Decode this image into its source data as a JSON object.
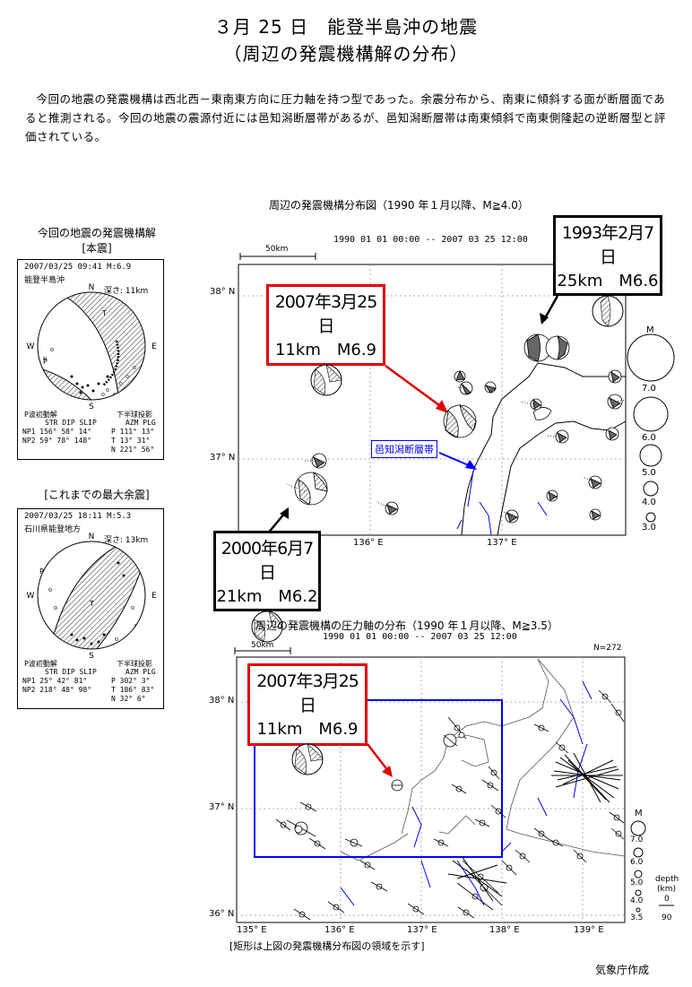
{
  "title": "３月 25 日　能登半島沖の地震",
  "subtitle": "（周辺の発震機構解の分布）",
  "description": "今回の地震の発震機構は西北西－東南東方向に圧力軸を持つ型であった。余震分布から、南東に傾斜する面が断層面であると推測される。今回の地震の震源付近には邑知潟断層帯があるが、邑知潟断層帯は南東傾斜で南東側隆起の逆断層型と評価されている。",
  "left_panel": {
    "main": {
      "heading": "今回の地震の発震機構解",
      "subheading": "[本震]",
      "header_line": "2007/03/25 09:41 M:6.9",
      "location": "能登半島沖",
      "depth": "深さ: 11km",
      "p_label": "P波初動解",
      "lower_label": "下半球投影",
      "col_header_left": "STR DIP SLIP",
      "col_header_right": "AZM PLG",
      "np1": "NP1 156° 58° 14°",
      "np2": "NP2  59° 78° 148°",
      "axis_p": "P 111° 13°",
      "axis_t": "T  13° 31°",
      "axis_n": "N 221° 56°"
    },
    "aftershock": {
      "heading": "[これまでの最大余震]",
      "header_line": "2007/03/25 18:11 M:5.3",
      "location": "石川県能登地方",
      "depth": "深さ: 13km",
      "p_label": "P波初動解",
      "lower_label": "下半球投影",
      "col_header_left": "STR DIP SLIP",
      "col_header_right": "AZM PLG",
      "np1": "NP1  25° 42° 81°",
      "np2": "NP2 218° 48° 98°",
      "axis_p": "P 302°  3°",
      "axis_t": "T 186° 83°",
      "axis_n": "N  32°  6°"
    },
    "compass": {
      "n": "N",
      "s": "S",
      "e": "E",
      "w": "W",
      "p": "P",
      "t": "T"
    }
  },
  "map_top": {
    "title": "周辺の発震機構分布図（1990 年１月以降、M≧4.0）",
    "period": "1990 01 01 00:00  --  2007 03 25 12:00",
    "scale": "50km",
    "lat_labels": [
      "38° N",
      "37° N"
    ],
    "lon_labels": [
      "136° E",
      "137° E"
    ],
    "fault_label": "邑知潟断層帯",
    "legend_title": "M",
    "legend_values": [
      "7.0",
      "6.0",
      "5.0",
      "4.0",
      "3.0"
    ],
    "callouts": [
      {
        "date": "2007年3月25日",
        "sub": "11km　M6.9"
      },
      {
        "date": "1993年2月7日",
        "sub": "25km　M6.6"
      },
      {
        "date": "2000年6月7日",
        "sub": "21km　M6.2"
      }
    ]
  },
  "map_bottom": {
    "title": "周辺の発震機構の圧力軸の分布（1990 年１月以降、M≧3.5）",
    "period": "1990 01 01 00:00  --  2007 03 25 12:00",
    "count": "N=272",
    "scale": "50km",
    "lat_labels": [
      "38° N",
      "37° N",
      "36° N"
    ],
    "lon_labels": [
      "135° E",
      "136° E",
      "137° E",
      "138° E",
      "139° E"
    ],
    "legend_title": "M",
    "legend_values": [
      "7.0",
      "6.0",
      "5.0",
      "4.0",
      "3.5"
    ],
    "depth_title": "depth",
    "depth_unit": "(km)",
    "depth_values": [
      "0",
      "90"
    ],
    "callout": {
      "date": "2007年3月25日",
      "sub": "11km　M6.9"
    },
    "caption": "[矩形は上図の発震機構分布図の領域を示す]"
  },
  "credit": "気象庁作成",
  "colors": {
    "callout_red": "#e00000",
    "region_blue": "#0000ff",
    "fault_blue": "#0000ff"
  }
}
